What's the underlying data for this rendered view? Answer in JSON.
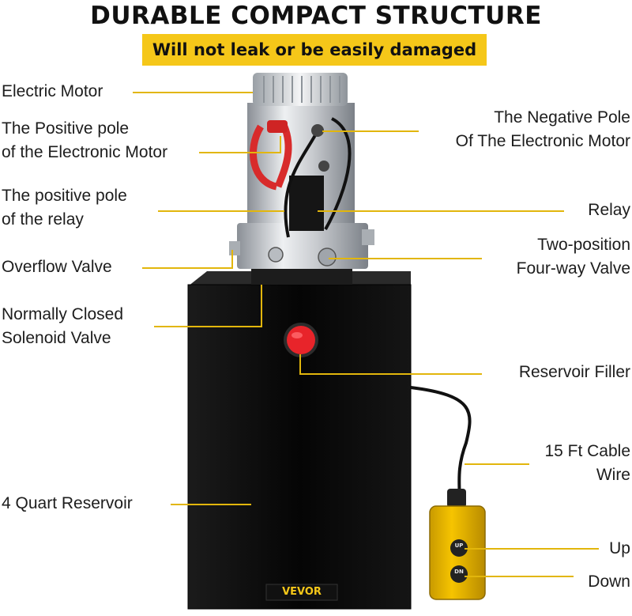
{
  "header": {
    "title": "DURABLE COMPACT STRUCTURE",
    "banner": "Will not leak or be easily damaged"
  },
  "labels": {
    "electric_motor": "Electric Motor",
    "positive_pole_motor_1": "The Positive pole",
    "positive_pole_motor_2": "of the Electronic Motor",
    "negative_pole_1": "The Negative Pole",
    "negative_pole_2": "Of The Electronic Motor",
    "positive_pole_relay_1": "The positive pole",
    "positive_pole_relay_2": "of the relay",
    "relay": "Relay",
    "overflow_valve": "Overflow Valve",
    "four_way_valve_1": "Two-position",
    "four_way_valve_2": "Four-way Valve",
    "solenoid_valve_1": "Normally Closed",
    "solenoid_valve_2": "Solenoid Valve",
    "reservoir_filler": "Reservoir Filler",
    "cable_1": "15 Ft Cable",
    "cable_2": "Wire",
    "reservoir": "4 Quart Reservoir",
    "up": "Up",
    "down": "Down"
  },
  "product": {
    "brand": "VEVOR",
    "remote_up": "UP",
    "remote_down": "DN"
  },
  "colors": {
    "accent": "#f5c719",
    "leader_line": "#e2b60c",
    "tank": "#0b0b0b",
    "filler_cap": "#e8242a"
  }
}
